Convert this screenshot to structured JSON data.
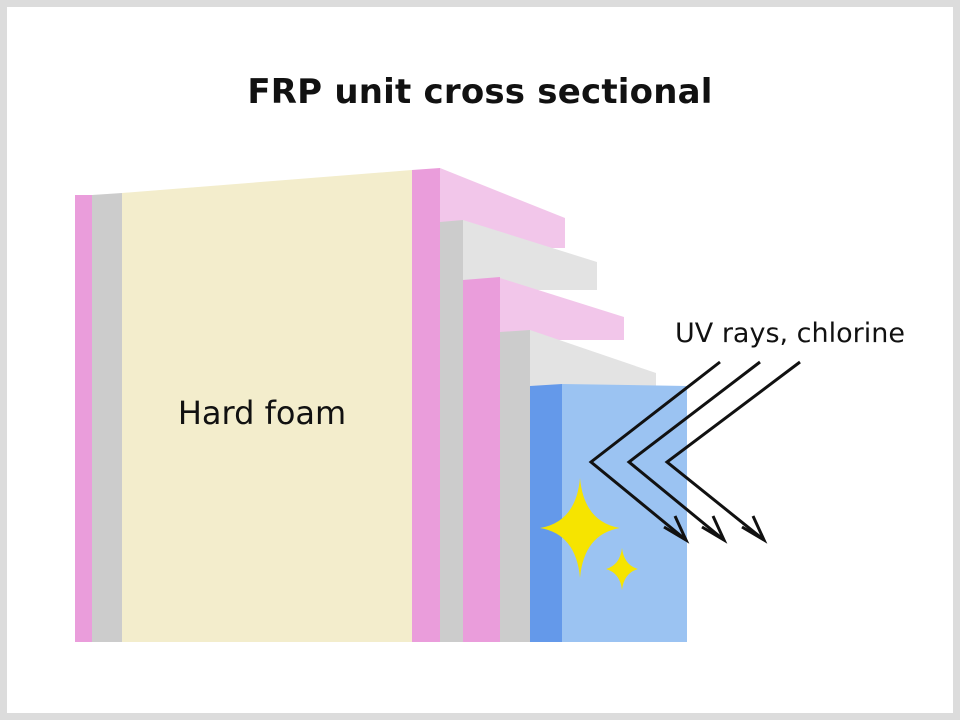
{
  "title": "FRP unit cross sectional",
  "labels": {
    "core": "Hard foam",
    "exposure": "UV rays, chlorine"
  },
  "colors": {
    "frp_pink": "#ea9ddb",
    "frp_pink_top": "#f2c6ea",
    "gel_gray": "#cccccc",
    "gel_gray_top": "#e3e3e3",
    "foam": "#f3edcc",
    "coat_blue_dark": "#6499ea",
    "coat_blue": "#9bc3f2",
    "sparkle": "#f6e400"
  },
  "icons": [
    "sparkle-icon",
    "arrow-icon"
  ]
}
